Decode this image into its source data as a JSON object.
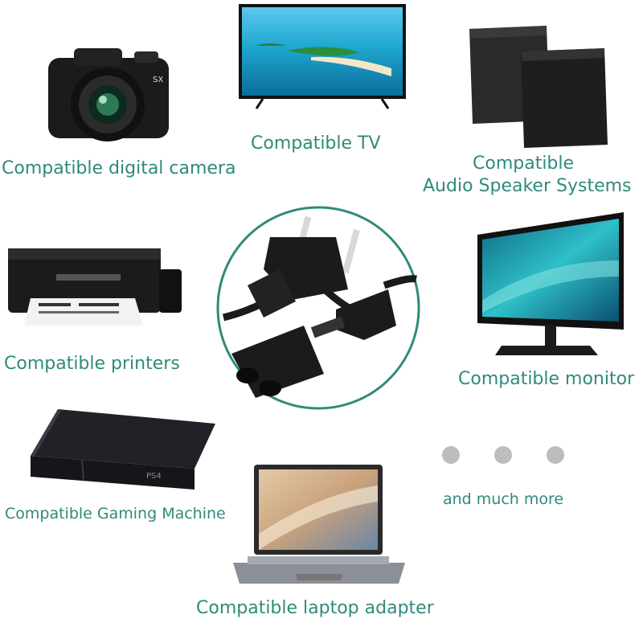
{
  "labels": {
    "camera": "Compatible digital camera",
    "tv": "Compatible TV",
    "speaker_line1": "Compatible",
    "speaker_line2": "Audio Speaker Systems",
    "printer": "Compatible printers",
    "monitor": "Compatible monitor",
    "gaming": "Compatible Gaming Machine",
    "laptop": "Compatible laptop adapter",
    "more": "and much more"
  },
  "product_marks": {
    "camera_badge": "SX",
    "console_badge": "PS4"
  },
  "colors": {
    "label_text": "#2f8a7a",
    "circle_ring": "#2f8a7a",
    "device_body": "#1b1b1b",
    "dots": "#bdbdbd"
  }
}
